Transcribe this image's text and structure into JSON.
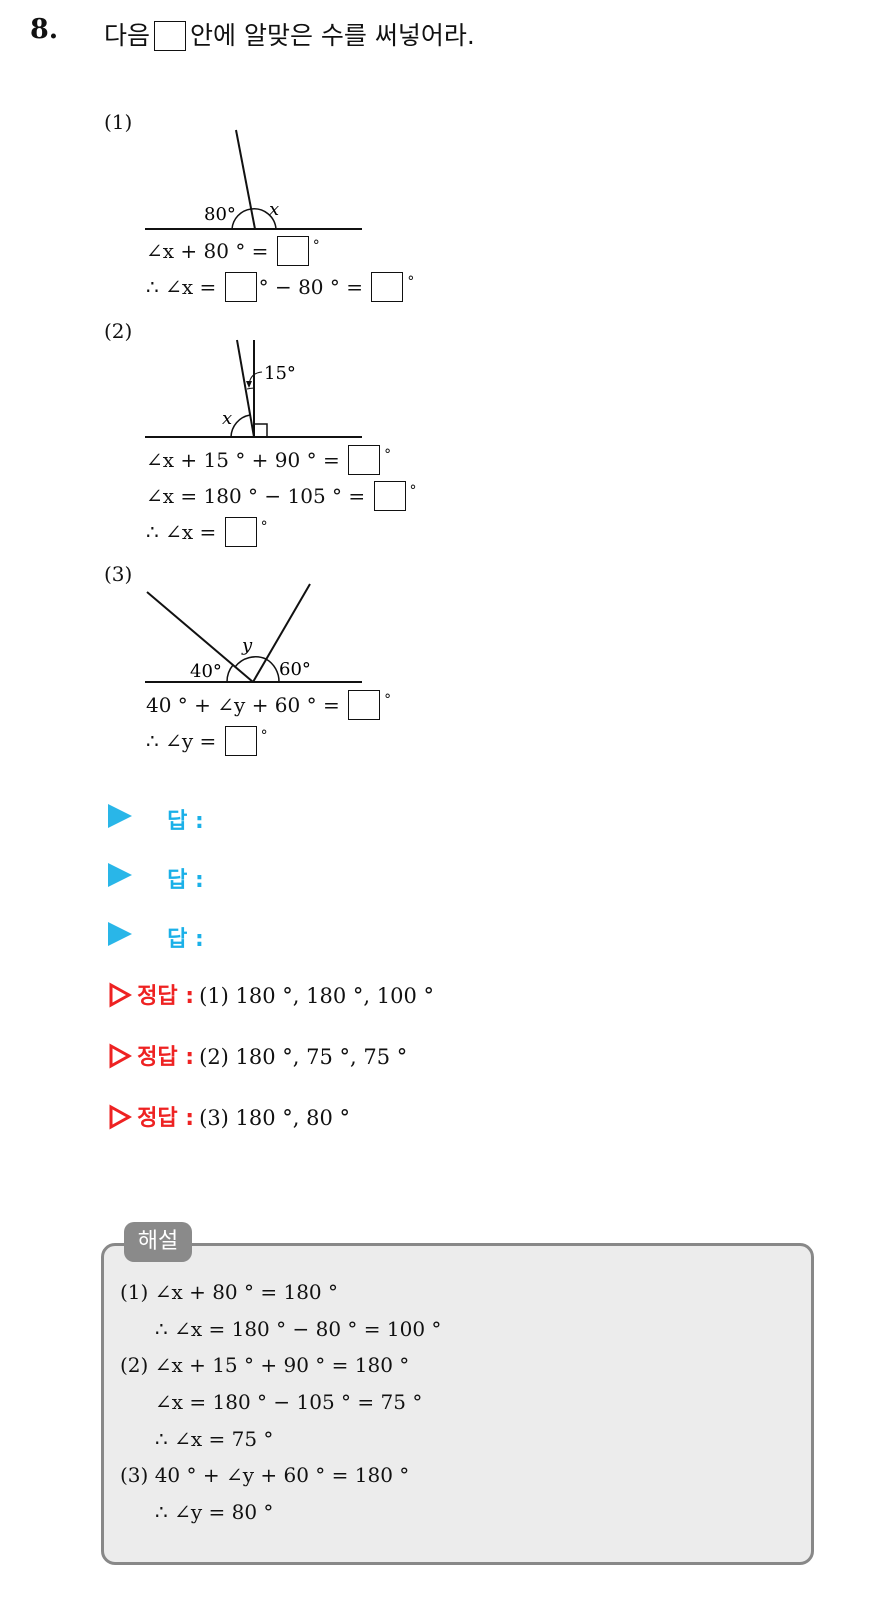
{
  "question": {
    "number": "8.",
    "text_before": "다음",
    "text_after": "안에 알맞은 수를 써넣어라."
  },
  "parts": [
    {
      "label": "(1)",
      "figure": {
        "angle_left": "80°",
        "angle_right": "x"
      },
      "lines": [
        {
          "a": "∠x + 80 ° =",
          "b": ""
        },
        {
          "a": "∴  ∠x =",
          "b": "° − 80 ° ="
        }
      ]
    },
    {
      "label": "(2)",
      "figure": {
        "angle_small": "15°",
        "angle_var": "x"
      },
      "lines": [
        {
          "a": "∠x + 15 ° + 90 ° ="
        },
        {
          "a": "∠x = 180 ° − 105 ° ="
        },
        {
          "a": "∴  ∠x ="
        }
      ]
    },
    {
      "label": "(3)",
      "figure": {
        "angle_left": "40°",
        "angle_right": "60°",
        "angle_var": "y"
      },
      "lines": [
        {
          "a": "40 ° + ∠y + 60 ° ="
        },
        {
          "a": "∴ ∠y ="
        }
      ]
    }
  ],
  "degree_symbol": "°",
  "answer_label": "답 :",
  "correct_label": "정답 :",
  "correct_answers": [
    "(1) 180 °, 180 °, 100 °",
    "(2) 180 °, 75 °, 75 °",
    "(3) 180 °, 80 °"
  ],
  "explanation": {
    "tab": "해설",
    "lines": [
      "(1) ∠x + 80 ° = 180 °",
      "∴  ∠x = 180 ° − 80 ° = 100 °",
      "(2) ∠x + 15 ° + 90 ° = 180 °",
      "∠x = 180 ° − 105 ° = 75 °",
      "∴  ∠x = 75 °",
      "(3) 40 ° + ∠y + 60 ° = 180 °",
      "∴ ∠y = 80 °"
    ]
  },
  "colors": {
    "answer_blue": "#1ab0e8",
    "correct_red": "#ee2222",
    "explanation_bg": "#ececec",
    "explanation_border": "#888888"
  }
}
